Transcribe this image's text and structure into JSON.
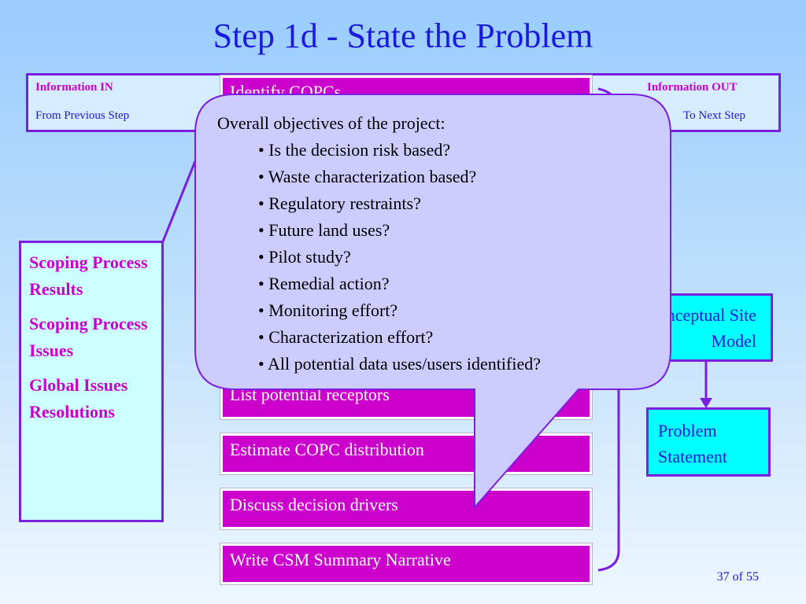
{
  "title": "Step 1d - State the Problem",
  "info": {
    "in_label": "Information IN",
    "in_sub": "From Previous Step",
    "out_label": "Information OUT",
    "out_sub": "To Next Step"
  },
  "left_box": [
    "Scoping Process Results",
    "Scoping Process Issues",
    "Global Issues Resolutions"
  ],
  "steps": [
    "Identify COPCs",
    "List potential receptors",
    "Estimate COPC distribution",
    "Discuss decision drivers",
    "Write CSM Summary Narrative"
  ],
  "right_boxes": {
    "csm": "Conceptual Site Model",
    "problem": "Problem Statement"
  },
  "callout": {
    "heading": "Overall objectives of the project:",
    "bullets": [
      "• Is the decision risk based?",
      "• Waste characterization based?",
      "• Regulatory restraints?",
      "• Future land uses?",
      "• Pilot study?",
      "• Remedial action?",
      "• Monitoring effort?",
      "• Characterization effort?",
      "• All potential data uses/users identified?"
    ]
  },
  "page": "37 of 55",
  "colors": {
    "title": "#1a1adb",
    "accent": "#cc00cc",
    "border": "#7a1fe0",
    "callout": "#ccccff"
  }
}
